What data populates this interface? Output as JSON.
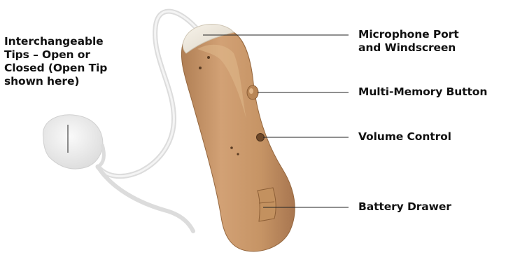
{
  "diagram": {
    "labels": {
      "tips": [
        "Interchangeable",
        "Tips – Open or",
        "Closed (Open Tip",
        "shown here)"
      ],
      "microphone": [
        "Microphone Port",
        "and Windscreen"
      ],
      "memory": [
        "Multi-Memory Button"
      ],
      "volume": [
        "Volume Control"
      ],
      "battery": [
        "Battery Drawer"
      ]
    },
    "colors": {
      "body_main": "#c9986a",
      "body_shadow": "#a9774c",
      "body_highlight": "#e2bd93",
      "tube": "#e6e6e6",
      "tip": "#efefef",
      "leader_line": "#222222",
      "text": "#111111"
    }
  }
}
